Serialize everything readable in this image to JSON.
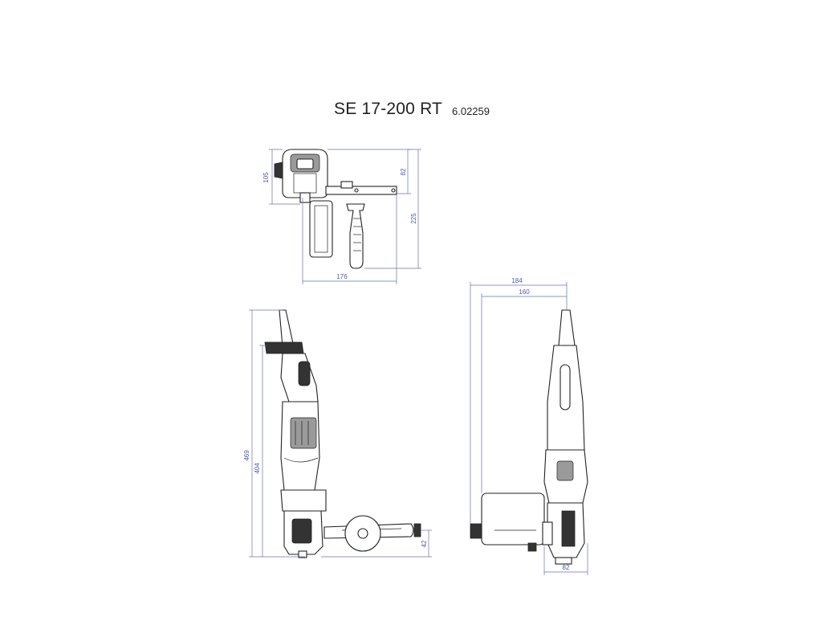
{
  "header": {
    "model": "SE 17-200 RT",
    "article_number": "6.02259"
  },
  "dimensions": {
    "top_view": {
      "d105": "105",
      "d82": "82",
      "d225": "225",
      "d176": "176"
    },
    "side_view": {
      "d469": "469",
      "d404": "404",
      "d42": "42"
    },
    "front_view": {
      "d184": "184",
      "d160": "160",
      "d82b": "82"
    }
  },
  "colors": {
    "dimension": "#4a5aa8",
    "outline": "#222222"
  }
}
